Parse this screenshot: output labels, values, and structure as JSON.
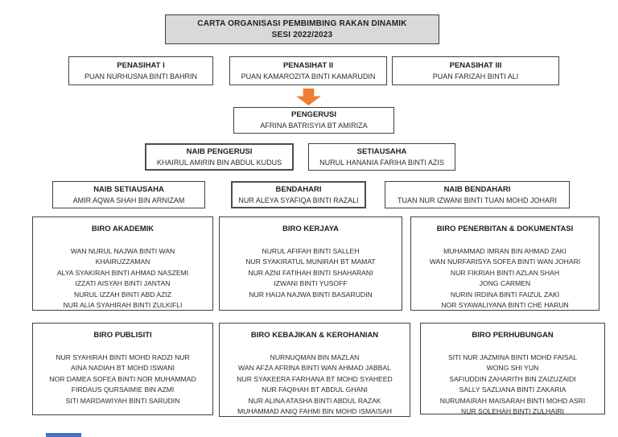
{
  "page": {
    "heading_line1": "CARTA ORGANISASI PEMBIMBING RAKAN DINAMIK",
    "heading_line2": "SESI 2022/2023"
  },
  "advisors": [
    {
      "role": "PENASIHAT I",
      "name": "PUAN NURHUSNA BINTI BAHRIN"
    },
    {
      "role": "PENASIHAT II",
      "name": "PUAN KAMAROZITA BINTI KAMARUDIN"
    },
    {
      "role": "PENASIHAT III",
      "name": "PUAN FARIZAH BINTI ALI"
    }
  ],
  "chairperson": {
    "role": "PENGERUSI",
    "name": "AFRINA BATRISYIA BT AMIRIZA"
  },
  "officers_row1": [
    {
      "role": "NAIB PENGERUSI",
      "name": "KHAIRUL AMIRIN BIN ABDUL KUDUS"
    },
    {
      "role": "SETIAUSAHA",
      "name": "NURUL HANANIA FARIHA BINTI AZIS"
    }
  ],
  "officers_row2": [
    {
      "role": "NAIB SETIAUSAHA",
      "name": "AMIR AQWA SHAH BIN ARNIZAM"
    },
    {
      "role": "BENDAHARI",
      "name": "NUR ALEYA SYAFIQA BINTI RAZALI"
    },
    {
      "role": "NAIB BENDAHARI",
      "name": "TUAN NUR IZWANI BINTI TUAN MOHD JOHARI"
    }
  ],
  "bureaus": [
    {
      "title": "BIRO AKADEMIK",
      "member_lines": [
        "WAN NURUL NAJWA BINTI WAN",
        "KHAIRUZZAMAN",
        "ALYA SYAKIRAH BINTI AHMAD NASZEMI",
        "IZZATI AISYAH BINTI JANTAN",
        "NURUL IZZAH BINTI ABD AZIZ",
        "NUR ALIA SYAHIRAH BINTI ZULKIFLI"
      ]
    },
    {
      "title": "BIRO KERJAYA",
      "member_lines": [
        "NURUL AFIFAH BINTI SALLEH",
        "NUR SYAKIRATUL MUNIRAH BT MAMAT",
        "NUR AZNI FATIHAH BINTI SHAHARANI",
        "IZWANI BINTI YUSOFF",
        "NUR HAIJA NAJWA BINTI BASARUDIN"
      ]
    },
    {
      "title": "BIRO PENERBITAN & DOKUMENTASI",
      "member_lines": [
        "MUHAMMAD IMRAN BIN AHMAD ZAKI",
        "WAN NURFARISYA SOFEA BINTI WAN JOHARI",
        "NUR FIKRIAH BINTI AZLAN SHAH",
        "JONG CARMEN",
        "NURIN IRDINA BINTI FAIZUL ZAKI",
        "NOR SYAWALIYANA BINTI CHE HARUN"
      ]
    },
    {
      "title": "BIRO PUBLISITI",
      "member_lines": [
        "NUR SYAHIRAH BINTI MOHD RADZI NUR",
        "AINA NADIAH BT MOHD ISWANI",
        "NOR DAMEA SOFEA BINTI NOR MUHAMMAD",
        "FIRDAUS QURSAIMIE BIN AZMI",
        "SITI MARDAWIYAH BINTI SARUDIN"
      ]
    },
    {
      "title": "BIRO KEBAJIKAN & KEROHANIAN",
      "member_lines": [
        "NURNUQMAN BIN MAZLAN",
        "WAN AFZA AFRINA BINTI WAN AHMAD JABBAL",
        "NUR SYAKEERA FARHANA BT MOHD SYAHEED",
        "NUR FAQIHAH BT ABDUL GHANI",
        "NUR ALINA ATASHA BINTI ABDUL RAZAK",
        "MUHAMMAD ANIQ FAHMI BIN MOHD ISMAISAH"
      ]
    },
    {
      "title": "BIRO PERHUBUNGAN",
      "member_lines": [
        "SITI NUR JAZMINA BINTI MOHD FAISAL",
        "WONG SHI YUN",
        "SAFIUDDIN ZAHARITH BIN ZAIZUZAIDI",
        "SALLY SAZLIANA BINTI ZAKARIA",
        "NURUMAIRAH MAISARAH BINTI MOHD ASRI",
        "NUR SOLEHAH BINTI ZULHAIRI"
      ]
    }
  ],
  "icons": {
    "down_arrow": "orange-down-arrow"
  },
  "colors": {
    "title_bg": "#d9d9d9",
    "box_border": "#404040",
    "arrow_fill": "#ed7d31",
    "arrow_border": "#c55a11",
    "accent_blue": "#4472c4"
  }
}
